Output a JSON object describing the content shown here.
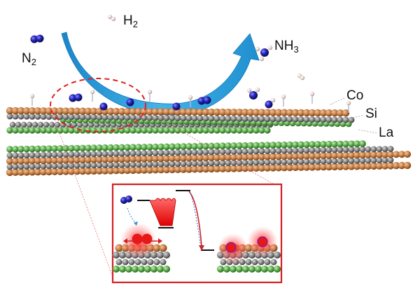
{
  "labels": {
    "h2": {
      "main": "H",
      "sub": "2"
    },
    "n2": {
      "main": "N",
      "sub": "2"
    },
    "nh3": {
      "main": "NH",
      "sub": "3"
    },
    "co": "Co",
    "si": "Si",
    "la": "La"
  },
  "colors": {
    "nitrogen": "#1f1fa8",
    "hydrogen": "#e8d8d4",
    "cobalt": "#c9824a",
    "silicon": "#8a8a8a",
    "lanthanum": "#5fae4f",
    "arrow": "#2ea0dd",
    "highlight": "#e02020"
  }
}
